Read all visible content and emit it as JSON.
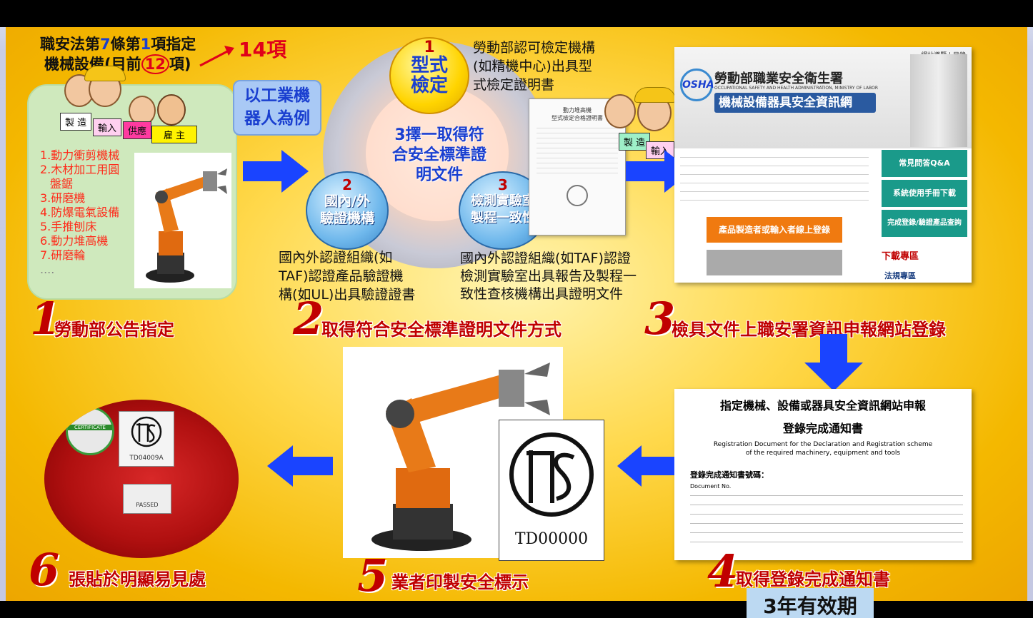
{
  "colors": {
    "background": "#f6bf10",
    "accent_red": "#c00000",
    "arrow_blue": "#1a44ff",
    "highlight_blue": "#1a3fd0"
  },
  "step1": {
    "number": "1",
    "title_line1_parts": [
      "職安法第",
      "7",
      "條第",
      "1",
      "項指定"
    ],
    "title_line2_parts": [
      "機械設備(目前",
      "12",
      "項)"
    ],
    "count_note": "14項",
    "roles": [
      "製 造",
      "輸入",
      "供應",
      "雇 主"
    ],
    "items": [
      "1.動力衝剪機械",
      "2.木材加工用圓",
      "盤鋸",
      "3.研磨機",
      "4.防爆電氣設備",
      "5.手推刨床",
      "6.動力堆高機",
      "7.研磨輪",
      "...."
    ],
    "label": "勞動部公告指定"
  },
  "callout": {
    "line1": "以工業機",
    "line2": "器人為例"
  },
  "step2": {
    "number": "2",
    "center_text": [
      "3擇一取得符",
      "合安全標準證",
      "明文件"
    ],
    "type_check": {
      "num": "1",
      "line1": "型式",
      "line2": "檢定"
    },
    "domestic": {
      "num": "2",
      "line1": "國內/外",
      "line2": "驗證機構"
    },
    "lab": {
      "num": "3",
      "line1": "檢測實驗室",
      "line2": "製程一致性"
    },
    "note_top": [
      "勞動部認可檢定機構",
      "(如精機中心)出具型",
      "式檢定證明書"
    ],
    "note_left": [
      "國內外認證組織(如",
      "TAF)認證產品驗證機",
      "構(如UL)出具驗證證書"
    ],
    "note_right": [
      "國內外認證組織(如TAF)認證",
      "檢測實驗室出具報告及製程一",
      "致性查核機構出具證明文件"
    ],
    "cert_title": [
      "動力堆高機",
      "型式檢定合格證明書"
    ],
    "label": "取得符合安全標準證明文件方式"
  },
  "step3": {
    "number": "3",
    "roles": [
      "製 造",
      "輸入"
    ],
    "site_header_links": "網站導覽 | 目錄",
    "site_name": "勞動部職業安全衛生署",
    "site_name_en": "OCCUPATIONAL SAFETY AND HEALTH ADMINISTRATION, MINISTRY OF LABOR",
    "site_title": "機械設備器具安全資訊網",
    "menu": [
      "常見問答Q&A",
      "系統使用手冊下載",
      "完成登錄/驗證產品查詢"
    ],
    "download": "下載專區",
    "regulation": "法規專區",
    "login_button": "產品製造者或輸入者線上登錄",
    "label": "檢具文件上職安署資訊申報網站登錄"
  },
  "step4": {
    "number": "4",
    "doc_title": "指定機械、設備或器具安全資訊網站申報",
    "doc_subtitle": "登錄完成通知書",
    "doc_en_title": [
      "Registration Document for the Declaration and Registration scheme",
      "of the required machinery, equipment and tools"
    ],
    "doc_no_label": "登錄完成通知書號碼：",
    "doc_no_en": "Document No.",
    "label": "取得登錄完成通知書",
    "validity": "3年有效期"
  },
  "step5": {
    "number": "5",
    "ts_code": "TD00000",
    "label": "業者印製安全標示"
  },
  "step6": {
    "number": "6",
    "sticker_code": "TD04009A",
    "passed": "PASSED",
    "cert_word": "CERTIFICATE",
    "label": "張貼於明顯易見處"
  }
}
